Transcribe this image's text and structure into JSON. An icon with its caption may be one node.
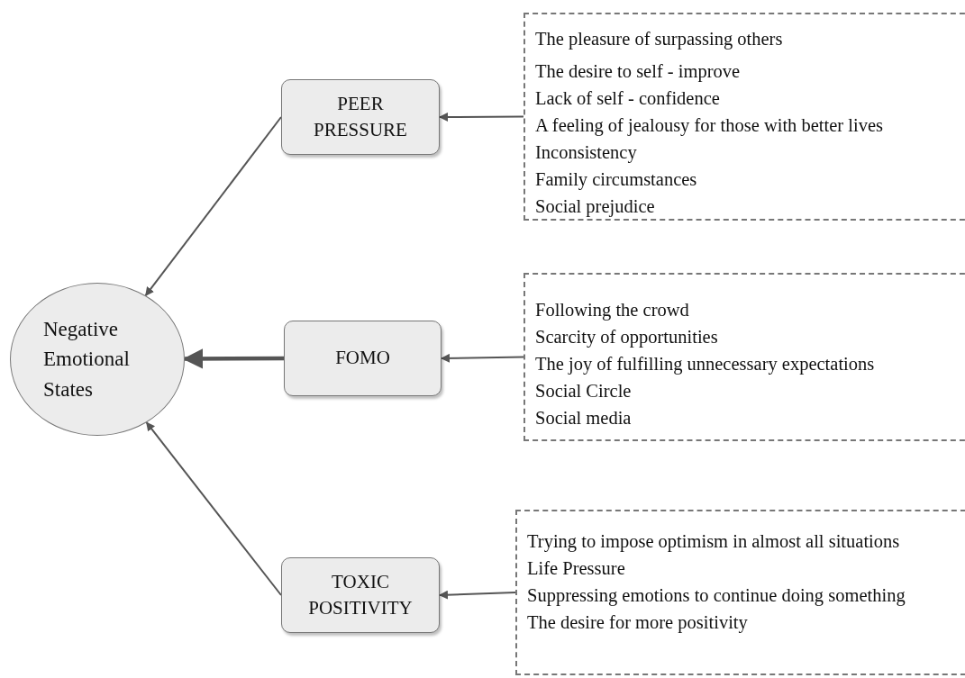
{
  "diagram": {
    "nodes": [
      {
        "text": [
          "Negative Emotional States"
        ]
      },
      {
        "text": [
          "PEER PRESSURE"
        ]
      },
      {
        "text": [
          "FOMO"
        ]
      },
      {
        "text": [
          "TOXIC POSITIVITY"
        ]
      },
      {
        "text": [
          "The pleasure of surpassing others",
          "The desire to self - improve",
          "Lack of self - confidence",
          "A feeling of jealousy for those with better lives",
          "Inconsistency",
          "Family circumstances",
          "Social prejudice"
        ]
      },
      {
        "text": [
          "Following the crowd",
          "Scarcity of opportunities",
          "The joy of fulfilling unnecessary expectations",
          "Social Circle",
          "Social media"
        ]
      },
      {
        "text": [
          "Trying to impose optimism in almost all situations",
          "Life Pressure",
          "Suppressing emotions to continue doing something",
          "The desire for more positivity"
        ]
      }
    ],
    "edges": [
      {
        "from": 1,
        "to": 0,
        "arrow": "to"
      },
      {
        "from": 2,
        "to": 0,
        "arrow": "to",
        "style": "thick"
      },
      {
        "from": 3,
        "to": 0,
        "arrow": "to"
      },
      {
        "from": 4,
        "to": 1,
        "arrow": "to"
      },
      {
        "from": 5,
        "to": 2,
        "arrow": "to"
      },
      {
        "from": 6,
        "to": 3,
        "arrow": "to"
      }
    ]
  }
}
